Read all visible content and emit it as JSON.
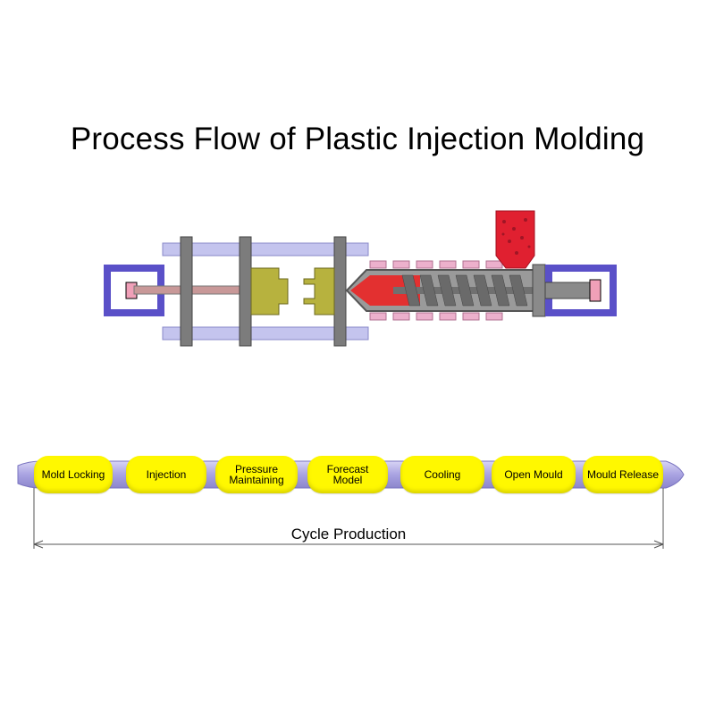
{
  "title": "Process Flow of Plastic Injection Molding",
  "stages": [
    {
      "label": "Mold Locking"
    },
    {
      "label": "Injection"
    },
    {
      "label": "Pressure\nMaintaining"
    },
    {
      "label": "Forecast\nModel"
    },
    {
      "label": "Cooling"
    },
    {
      "label": "Open Mould"
    },
    {
      "label": "Mould Release"
    }
  ],
  "cycle_label": "Cycle Production",
  "colors": {
    "stage_fill": "#fff800",
    "bar_fill": "#b8b4e8",
    "platen": "#7a7a7a",
    "frame_blue": "#5a50c8",
    "tie_bar": "#b0b0e0",
    "mold": "#b5b040",
    "melt": "#e53030",
    "hopper": "#e02030",
    "heater": "#e8a8c8"
  }
}
